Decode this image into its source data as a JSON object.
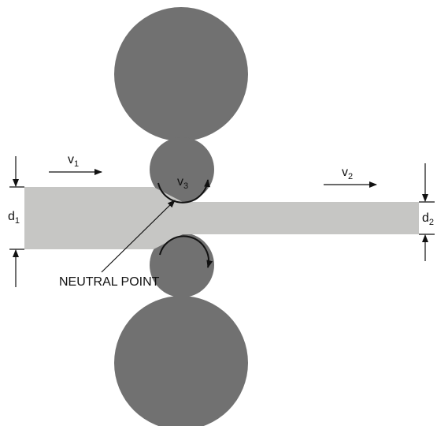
{
  "labels": {
    "v1": {
      "main": "v",
      "sub": "1"
    },
    "v2": {
      "main": "v",
      "sub": "2"
    },
    "v3": {
      "main": "v",
      "sub": "3"
    },
    "d1": {
      "main": "d",
      "sub": "1"
    },
    "d2": {
      "main": "d",
      "sub": "2"
    },
    "neutral_point": "NEUTRAL POINT"
  },
  "colors": {
    "roll": "#717171",
    "strip": "#c6c6c4",
    "line": "#111111",
    "background": "#ffffff"
  }
}
